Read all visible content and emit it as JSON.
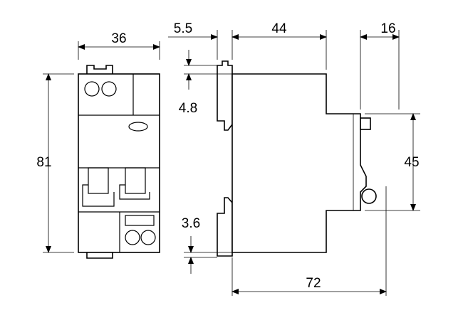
{
  "dimensions": {
    "front_width": "36",
    "front_height": "81",
    "side_rail_offset": "5.5",
    "side_depth_upper": "44",
    "side_knob_protrusion": "16",
    "top_clip": "4.8",
    "bottom_clip": "3.6",
    "front_face_height": "45",
    "overall_depth": "72"
  },
  "colors": {
    "ink": "#000000",
    "paper": "#ffffff"
  }
}
